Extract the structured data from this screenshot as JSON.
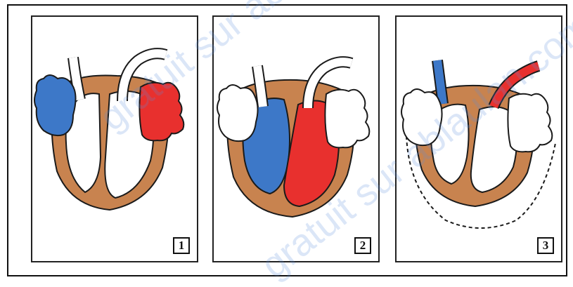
{
  "panels": [
    {
      "number": "1"
    },
    {
      "number": "2"
    },
    {
      "number": "3"
    }
  ],
  "colors": {
    "myocardium": "#C8834F",
    "deoxygenated_blood": "#3D78C8",
    "oxygenated_blood": "#E8302E",
    "outline": "#1a1a1a",
    "watermark": "#5A8CDC"
  },
  "watermark_text": "gratuit sur ablaulan.com"
}
